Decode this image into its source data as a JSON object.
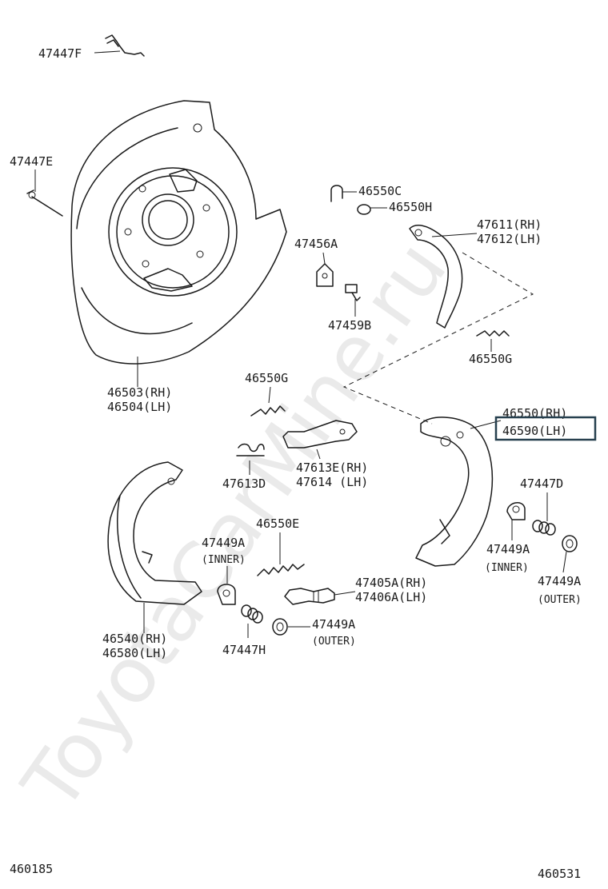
{
  "watermark": "ToyotaCarMine.ru",
  "footer": {
    "left_code": "460185",
    "right_code": "460531"
  },
  "parts": {
    "p47447F": "47447F",
    "p47447E": "47447E",
    "p46503": "46503(RH)",
    "p46504": "46504(LH)",
    "p46550C": "46550C",
    "p46550H": "46550H",
    "p47611": "47611(RH)",
    "p47612": "47612(LH)",
    "p47456A": "47456A",
    "p47459B": "47459B",
    "p46550G_right": "46550G",
    "p46550G_mid": "46550G",
    "p46550": "46550(RH)",
    "p46590": "46590(LH)",
    "p47613E": "47613E(RH)",
    "p47614": "47614 (LH)",
    "p47613D": "47613D",
    "p46550E": "46550E",
    "p47447D": "47447D",
    "p47449A_inner_left": "47449A",
    "inner_left_note": "(INNER)",
    "p47449A_inner_right": "47449A",
    "inner_right_note": "(INNER)",
    "p47449A_outer_right": "47449A",
    "outer_right_note": "(OUTER)",
    "p47449A_outer_mid": "47449A",
    "outer_mid_note": "(OUTER)",
    "p47405A": "47405A(RH)",
    "p47406A": "47406A(LH)",
    "p46540": "46540(RH)",
    "p46580": "46580(LH)",
    "p47447H": "47447H"
  },
  "highlighted_part": "46590(LH)",
  "colors": {
    "line": "#1a1a1a",
    "highlight_box": "#27404f",
    "watermark": "#eaeaea"
  }
}
